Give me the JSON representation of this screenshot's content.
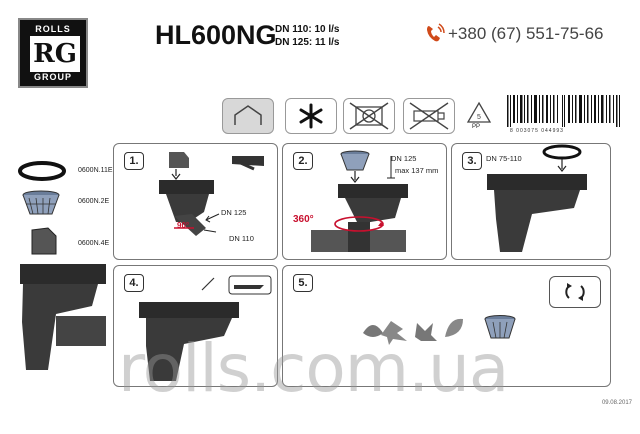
{
  "logo": {
    "top_text": "ROLLS",
    "mark": "RG",
    "bottom_text": "GROUP"
  },
  "header": {
    "model": "HL600NG",
    "flow_110": "DN 110: 10 l/s",
    "flow_125": "DN 125: 11 l/s",
    "phone": "+380 (67) 551-75-66"
  },
  "icons": [
    "roof-icon",
    "snowflake-icon",
    "no-dishwasher-icon",
    "no-dispose-icon",
    "recycle-icon"
  ],
  "barcode_number": "8 003075 044993",
  "recycle_label": "PP",
  "parts": [
    {
      "code": "0600N.11E"
    },
    {
      "code": "0600N.2E"
    },
    {
      "code": "0600N.4E"
    }
  ],
  "steps": [
    {
      "num": "1.",
      "labels": [
        "DN 125",
        "DN 110"
      ],
      "angle": "90°"
    },
    {
      "num": "2.",
      "labels": [
        "DN 125",
        "max 137 mm"
      ],
      "angle": "360°"
    },
    {
      "num": "3.",
      "labels": [
        "DN 75-110"
      ]
    },
    {
      "num": "4."
    },
    {
      "num": "5."
    }
  ],
  "watermark": "rolls.com.ua",
  "date": "09.08.2017",
  "colors": {
    "accent_red": "#c8102e",
    "product_dark": "#2b2b2b"
  }
}
